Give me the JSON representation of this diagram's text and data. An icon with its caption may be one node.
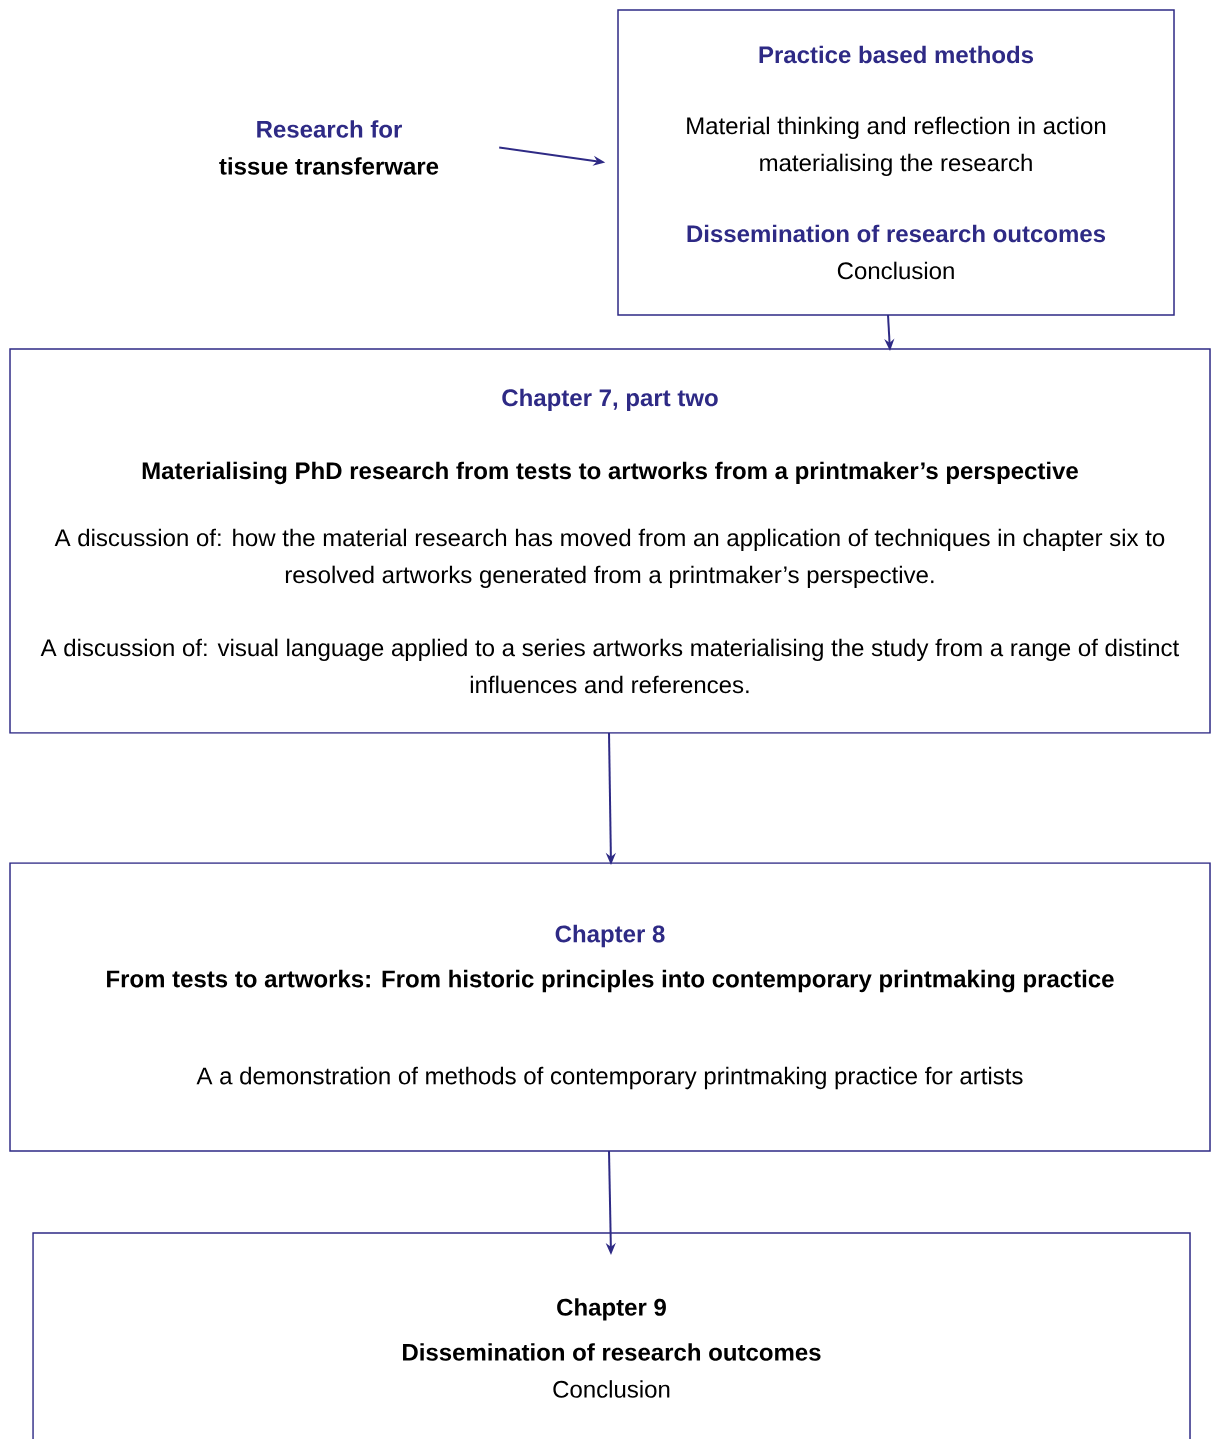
{
  "diagram": {
    "nodes": [
      {
        "text": [
          "Research for",
          "tissue transferware"
        ]
      },
      {
        "text": [
          "Practice based methods",
          "Material thinking and reflection in action materialising the research",
          "Dissemination of research outcomes",
          "Conclusion"
        ]
      },
      {
        "text": [
          "Chapter 7, part two",
          "Materialising PhD research from tests to artworks from a printmaker’s perspective",
          "A discussion of: how the material research has moved from an application of techniques in chapter six to resolved artworks generated from a printmaker’s perspective.",
          "A discussion of: visual language applied to a series artworks materialising the study from a range of distinct influences and references."
        ]
      },
      {
        "text": [
          "Chapter 8",
          "From tests to artworks: From historic principles into contemporary printmaking practice",
          "A a demonstration of methods of contemporary printmaking practice for artists"
        ]
      },
      {
        "text": [
          "Chapter 9",
          "Dissemination of research outcomes",
          "Conclusion"
        ]
      }
    ],
    "edges": [
      {
        "from": 0,
        "to": 1,
        "arrow": "to"
      },
      {
        "from": 1,
        "to": 2,
        "arrow": "to"
      },
      {
        "from": 2,
        "to": 3,
        "arrow": "to"
      },
      {
        "from": 3,
        "to": 4,
        "arrow": "to"
      }
    ]
  }
}
